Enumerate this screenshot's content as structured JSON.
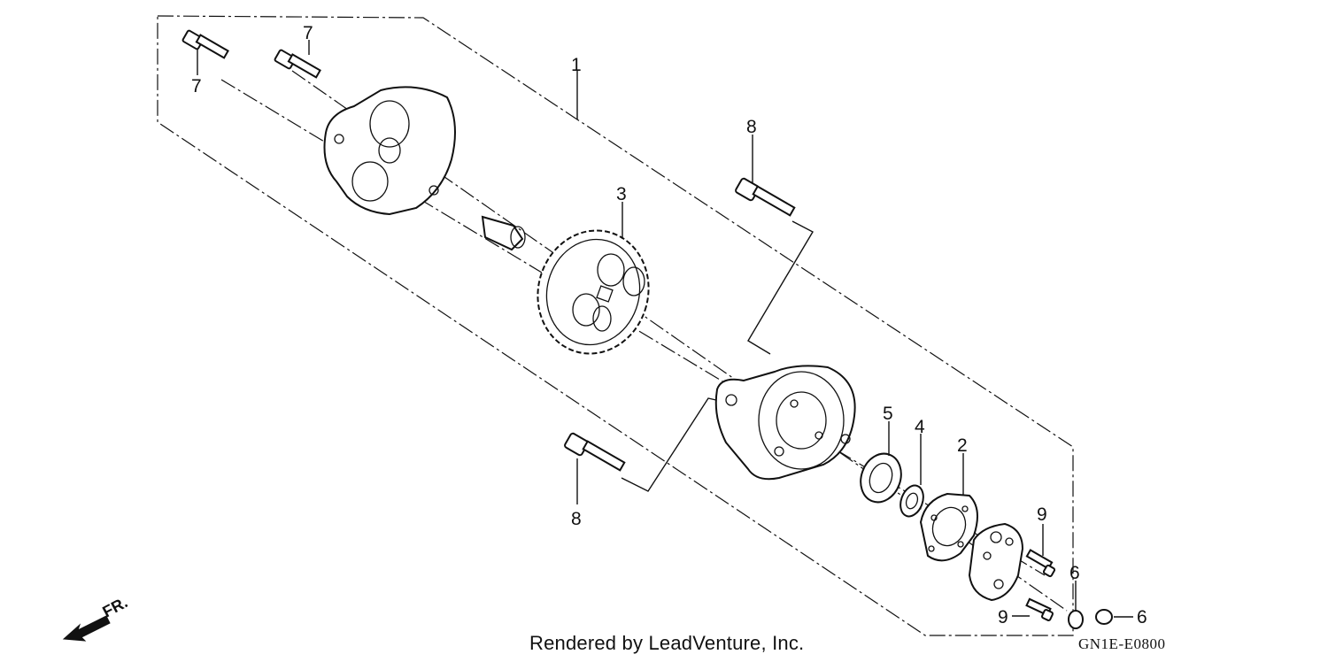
{
  "callouts": {
    "c1": "1",
    "c2": "2",
    "c3": "3",
    "c4": "4",
    "c5": "5",
    "c6a": "6",
    "c6b": "6",
    "c7a": "7",
    "c7b": "7",
    "c8a": "8",
    "c8b": "8",
    "c9a": "9",
    "c9b": "9"
  },
  "direction_label": "FR.",
  "footer": {
    "credit": "Rendered by LeadVenture, Inc.",
    "code": "GN1E-E0800"
  }
}
